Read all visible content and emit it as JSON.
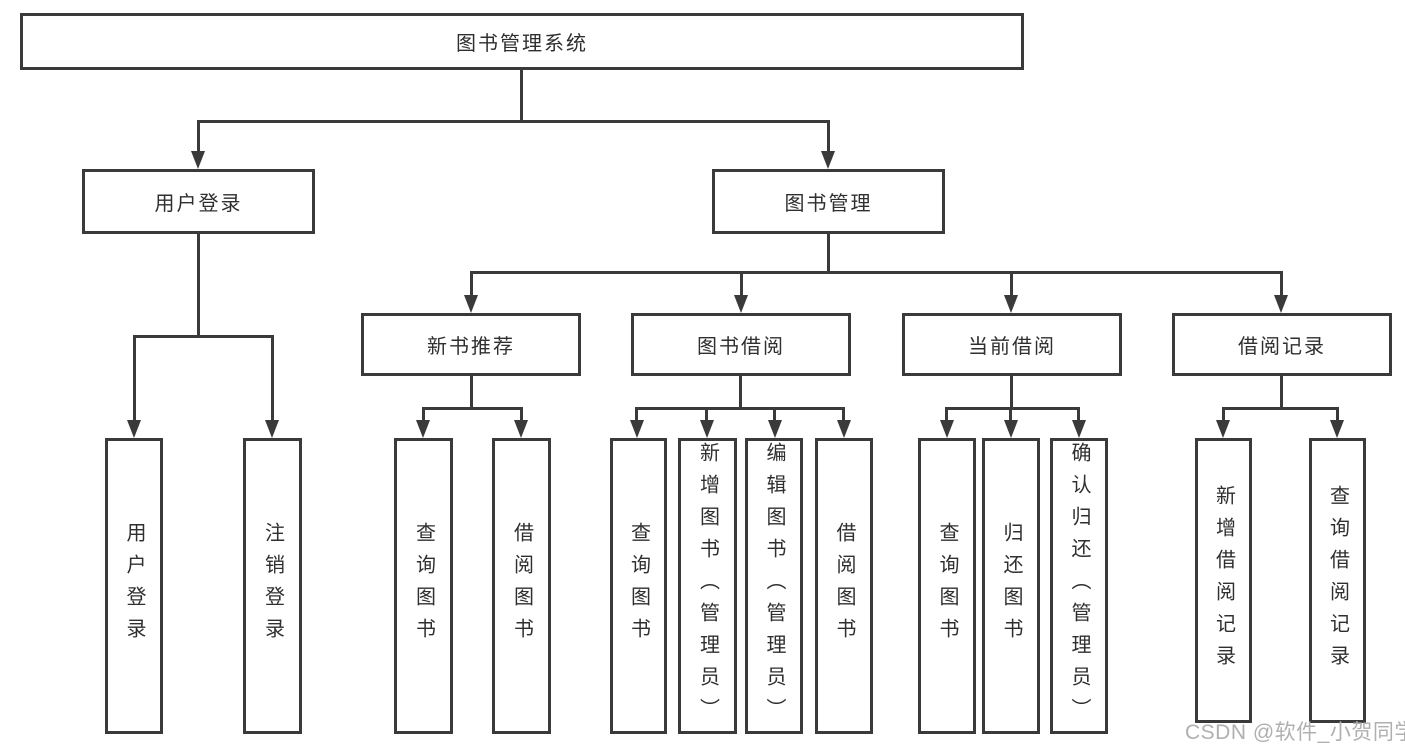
{
  "tree": {
    "root": {
      "label": "图书管理系统"
    },
    "login": {
      "label": "用户登录",
      "children": [
        {
          "label": "用户登录"
        },
        {
          "label": "注销登录"
        }
      ]
    },
    "mgmt": {
      "label": "图书管理",
      "sections": [
        {
          "label": "新书推荐",
          "children": [
            {
              "label": "查询图书"
            },
            {
              "label": "借阅图书"
            }
          ]
        },
        {
          "label": "图书借阅",
          "children": [
            {
              "label": "查询图书"
            },
            {
              "label": "新增图书（管理员）"
            },
            {
              "label": "编辑图书（管理员）"
            },
            {
              "label": "借阅图书"
            }
          ]
        },
        {
          "label": "当前借阅",
          "children": [
            {
              "label": "查询图书"
            },
            {
              "label": "归还图书"
            },
            {
              "label": "确认归还（管理员）"
            }
          ]
        },
        {
          "label": "借阅记录",
          "children": [
            {
              "label": "新增借阅记录"
            },
            {
              "label": "查询借阅记录"
            }
          ]
        }
      ]
    }
  },
  "watermark": {
    "text": "CSDN @软件_小贺同学"
  },
  "colors": {
    "line": "#3a3a3a",
    "text": "#2f2f2f",
    "watermark": "#b0b0b0",
    "background": "#ffffff"
  }
}
